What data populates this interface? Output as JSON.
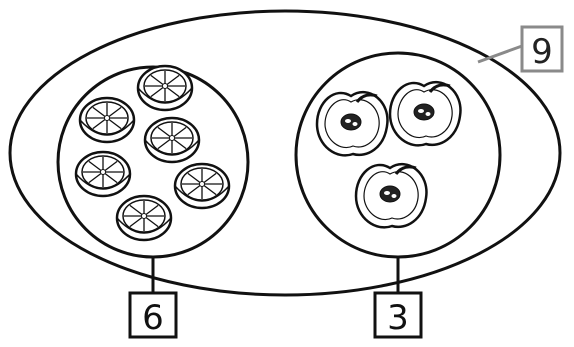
{
  "diagram": {
    "total": {
      "label": "9",
      "frame_color": "#8a8a8a"
    },
    "left_group": {
      "label": "6",
      "item": "orange-slice",
      "count": 6
    },
    "right_group": {
      "label": "3",
      "item": "apple-half",
      "count": 3
    },
    "colors": {
      "stroke": "#111111",
      "background": "#ffffff"
    }
  }
}
